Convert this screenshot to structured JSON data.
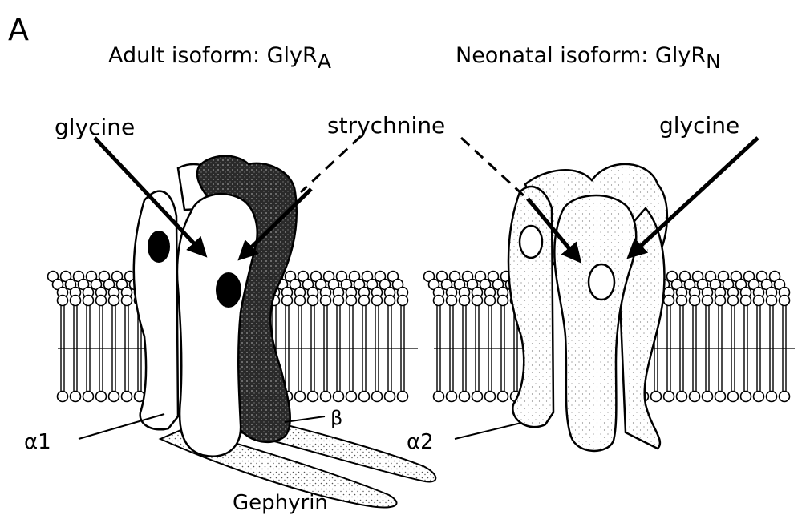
{
  "panel": {
    "letter": "A"
  },
  "left_panel": {
    "title_main": "Adult isoform: GlyR",
    "title_sub": "A",
    "agonist_label": "glycine",
    "alpha_label": "α1",
    "beta_label": "β",
    "anchor_label": "Gephyrin"
  },
  "right_panel": {
    "title_main": "Neonatal isoform: GlyR",
    "title_sub": "N",
    "agonist_label": "glycine",
    "alpha_label": "α2"
  },
  "shared": {
    "antagonist_label": "strychnine"
  },
  "colors": {
    "ink": "#000000",
    "paper": "#ffffff",
    "beta_subunit": "#2a2a2a",
    "stipple": "#6a6a6a"
  }
}
